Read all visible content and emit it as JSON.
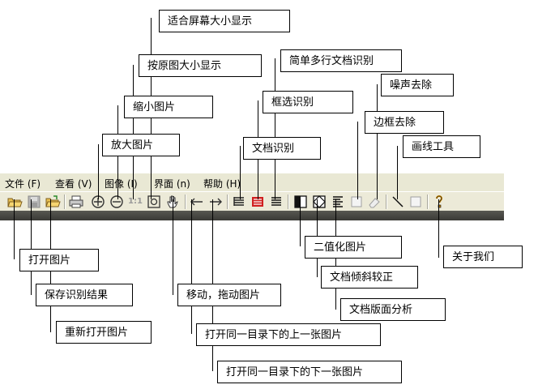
{
  "menu": {
    "file": "文件 (F)",
    "view": "查看 (V)",
    "image": "图像 (I)",
    "ui": "界面 (n)",
    "help": "帮助 (H)"
  },
  "toolbar": {
    "actual_size_label": "1:1"
  },
  "callouts": {
    "fit_screen": "适合屏幕大小显示",
    "actual_size": "按原图大小显示",
    "zoom_out": "缩小图片",
    "zoom_in": "放大图片",
    "simple_multiline_ocr": "简单多行文档识别",
    "denoise": "噪声去除",
    "region_ocr": "框选识别",
    "border_removal": "边框去除",
    "document_ocr": "文档识别",
    "draw_line_tool": "画线工具",
    "open_image": "打开图片",
    "save_result": "保存识别结果",
    "reopen_image": "重新打开图片",
    "binarize": "二值化图片",
    "deskew": "文档倾斜较正",
    "layout_analysis": "文档版面分析",
    "about": "关于我们",
    "move_drag": "移动，拖动图片",
    "prev_image": "打开同一目录下的上一张图片",
    "next_image": "打开同一目录下的下一张图片"
  }
}
